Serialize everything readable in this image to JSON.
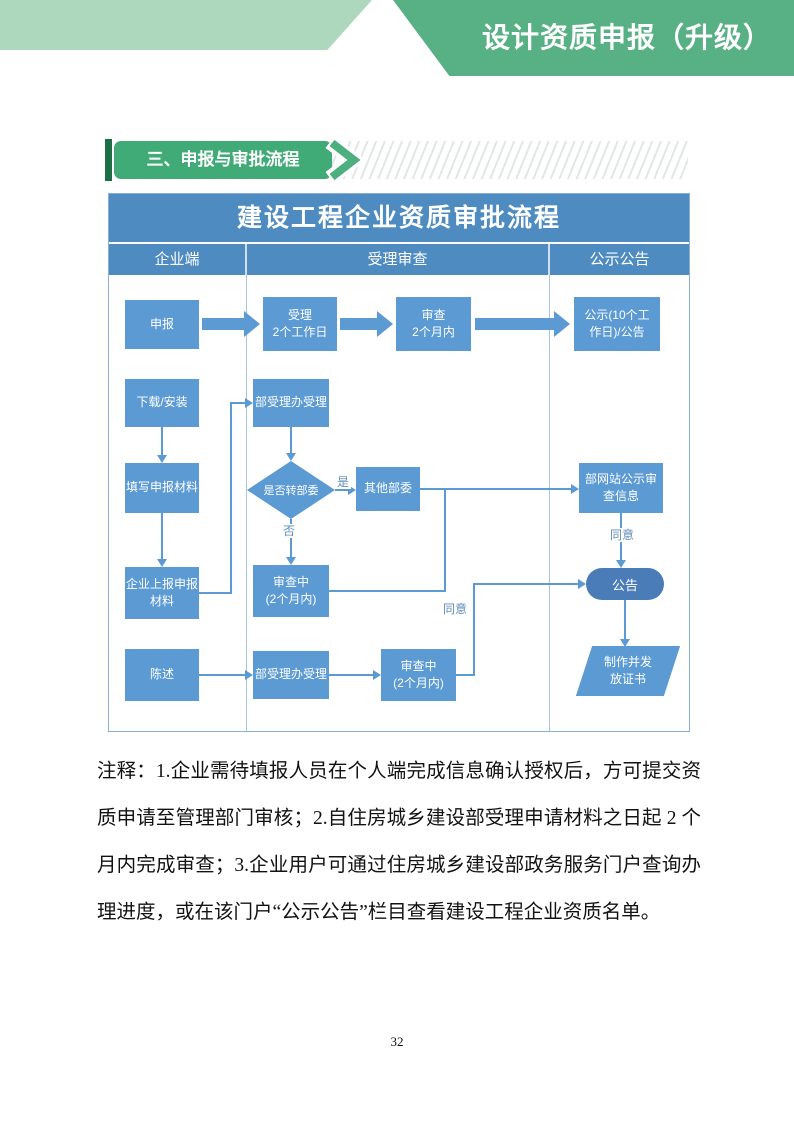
{
  "page": {
    "header_title": "设计资质申报（升级）",
    "section_title": "三、申报与审批流程",
    "page_number": "32"
  },
  "flowchart": {
    "title": "建设工程企业资质审批流程",
    "columns": [
      "企业端",
      "受理审查",
      "公示公告"
    ],
    "nodes": {
      "apply": "申报",
      "accept": "受理\n2个工作日",
      "review": "审查\n2个月内",
      "publicity": "公示(10个工\n作日)/公告",
      "download": "下载/安装",
      "ministry_accept_top": "部受理办受理",
      "fill_materials": "填写申报材料",
      "transfer_decision": "是否转部委",
      "other_ministries": "其他部委",
      "website_publicity": "部网站公示审\n查信息",
      "report_materials": "企业上报申报\n材料",
      "under_review_mid": "审查中\n(2个月内)",
      "announcement": "公告",
      "statement": "陈述",
      "ministry_accept_bottom": "部受理办受理",
      "under_review_bottom": "审查中\n(2个月内)",
      "certificate": "制作并发\n放证书"
    },
    "edge_labels": {
      "yes": "是",
      "no": "否",
      "agree_top": "同意",
      "agree_bottom": "同意"
    }
  },
  "notes": {
    "lines": [
      "注释：1.企业需待填报人员在个人端完成信息确认授权后，方可提交资",
      "质申请至管理部门审核；2.自住房城乡建设部受理申请材料之日起 2 个",
      "月内完成审查；3.企业用户可通过住房城乡建设部政务服务门户查询办",
      "理进度，或在该门户“公示公告”栏目查看建设工程企业资质名单。"
    ]
  },
  "colors": {
    "light_green": "#aed8bd",
    "header_green": "#58b184",
    "banner_green": "#41ab77",
    "dark_green_bar": "#1d6f47",
    "flow_header_blue": "#4e8bc0",
    "box_blue": "#5b9ad2",
    "announcement_blue": "#4a7cb8"
  }
}
